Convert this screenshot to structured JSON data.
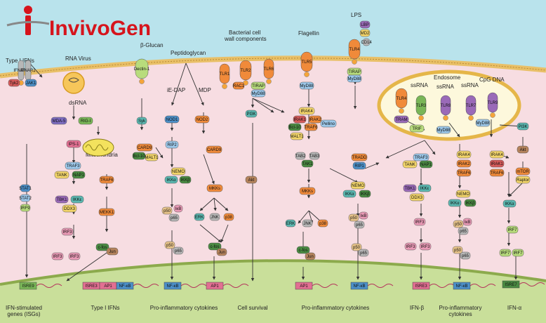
{
  "brand": {
    "name": "InvivoGen",
    "accent": "#d6141c"
  },
  "colors": {
    "sky": "#b9e3ec",
    "cytoplasm": "#f7dde2",
    "nucleus": "#c9df9a",
    "membrane": "#e9c068",
    "endosome": "#fdf8dc"
  },
  "ligands": {
    "type1ifn": "Type I IFNs",
    "rnavirus": "RNA Virus",
    "dsrna": "dsRNA",
    "betaglucan": "β-Glucan",
    "peptidoglycan": "Peptidoglycan",
    "bacterial1": "Bacterial cell",
    "bacterial2": "wall components",
    "flagellin": "Flagellin",
    "lps": "LPS",
    "endosome": "Endosome",
    "ssrna1": "ssRNA",
    "ssrna2": "ssRNA",
    "ssrna3": "ssRNA",
    "cpg": "CpG DNA",
    "iedap": "iE-DAP",
    "mdp": "MDP",
    "mito": "Mitochondria"
  },
  "receptors": {
    "ifnar1": "IFNAR1",
    "ifnar2": "IFNAR2",
    "dectin": "Dectin-1",
    "tlr1": "TLR1",
    "tlr2": "TLR2",
    "tlr6": "TLR6",
    "tlr5": "TLR5",
    "tlr4": "TLR4",
    "lbp": "LBP",
    "md2": "MD2",
    "cd14": "CD14",
    "etlr4": "TLR4",
    "etlr3": "TLR3",
    "etlr8": "TLR8",
    "etlr7": "TLR7",
    "etlr9": "TLR9"
  },
  "nodes": {
    "tyk2": "Tyk2",
    "jak1": "JAK1",
    "stat1": "STAT1",
    "stat2": "STAT2",
    "irf9": "IRF9",
    "mda5": "MDA-5",
    "rigi": "RIG-I",
    "ips1": "IPS-1",
    "traf3a": "TRAF3",
    "tanka": "TANK",
    "nap1a": "NAP1",
    "tbk1a": "TBK1",
    "ikkea": "IKKε",
    "ddx3a": "DDX3",
    "irf3a": "IRF3",
    "irf3b": "IRF3",
    "irf3c": "IRF3",
    "traf6a": "TRAF6",
    "mekk1": "MEKK1",
    "cfosa": "c-fos",
    "juna": "Jun",
    "syk": "Syk",
    "card9a": "CARD9",
    "bcl10a": "Bcl-10",
    "malt1a": "MALT1",
    "nod1": "NOD1",
    "nod2": "NOD2",
    "rip2": "RIP2",
    "card9b": "CARD9",
    "nemoa": "NEMO",
    "ikkaa": "IKKα",
    "ikkba": "IKKβ",
    "p50a": "p50",
    "ikba": "IκB",
    "p65a": "p65",
    "p50b": "p50",
    "p65b": "p65",
    "mkksa": "MKKs",
    "erka": "ERK",
    "jnka": "JNK",
    "p38a": "p38",
    "cfosb": "c-fos",
    "junb": "Jun",
    "rac1": "RAC1",
    "pi3ka": "PI3K",
    "akta": "Akt",
    "tirapa": "TIRAP",
    "myd88a": "MyD88",
    "myd88b": "MyD88",
    "tirapb": "TIRAP",
    "myd88c": "MyD88",
    "irak4a": "IRAK4",
    "irak1a": "IRAK1",
    "irak2a": "IRAK2",
    "bcl10b": "Bcl-10",
    "traf6b": "TRAF6",
    "pellino": "Pellino",
    "malt1b": "MALT1",
    "tab2": "TAB2",
    "tab3": "TAB3",
    "tak1": "TAK1",
    "mkksb": "MKKs",
    "erkb": "ERK",
    "jnkb": "JNK",
    "p38b": "p38",
    "cfosc": "c-fos",
    "junc": "Jun",
    "nemob": "NEMO",
    "ikkab": "IKKα",
    "ikkbb": "IKKβ",
    "p50c": "p50",
    "ikbb": "IκB",
    "p65c": "p65",
    "p50d": "p50",
    "p65d": "p65",
    "tram": "TRAM",
    "trif": "TRIF",
    "tradd": "TRADD",
    "rip1": "RIP1",
    "traf3b": "TRAF3",
    "tankb": "TANK",
    "nap1b": "NAP1",
    "tbk1b": "TBK1",
    "ikkeb": "IKKε",
    "ddx3b": "DDX3",
    "irf3d": "IRF3",
    "irf3e": "IRF3",
    "irf3f": "IRF3",
    "myd88d": "MyD88",
    "myd88e": "MyD88",
    "irak4b": "IRAK4",
    "irak2b": "IRAK2",
    "traf6c": "TRAF6",
    "nemoc": "NEMO",
    "ikkac": "IKKα",
    "ikkbc": "IKKβ",
    "p50e": "p50",
    "ikbc": "IκB",
    "p65e": "p65",
    "p50f": "p50",
    "p65f": "p65",
    "irak4c": "IRAK4",
    "irak1c": "IRAK1",
    "traf6d": "TRAF6",
    "ikkad": "IKKα",
    "irf7a": "IRF7",
    "irf7b": "IRF7",
    "irf7c": "IRF7",
    "pi3kb": "PI3K",
    "aktb": "Akt",
    "mtor": "mTOR",
    "raptor": "Raptor",
    "p": "P"
  },
  "promoters": {
    "isre1": "ISRE9",
    "isre2": "ISRE3",
    "ap1a": "AP1",
    "nfkb1": "NF-κB",
    "nfkb2": "NF-κB",
    "ap1b": "AP1",
    "ap1c": "AP1",
    "nfkb3": "NF-κB",
    "isre3": "ISRE3",
    "nfkb4": "NF-κB",
    "isre4": "ISRE7"
  },
  "outputs": {
    "isg1": "IFN-stimulated",
    "isg2": "genes (ISGs)",
    "type1": "Type I IFNs",
    "cyt1": "Pro-inflammatory cytokines",
    "survival": "Cell survival",
    "cyt2": "Pro-inflammatory cytokines",
    "ifnb": "IFN-β",
    "cyt3a": "Pro-inflammatory",
    "cyt3b": "cytokines",
    "ifna": "IFN-α"
  }
}
